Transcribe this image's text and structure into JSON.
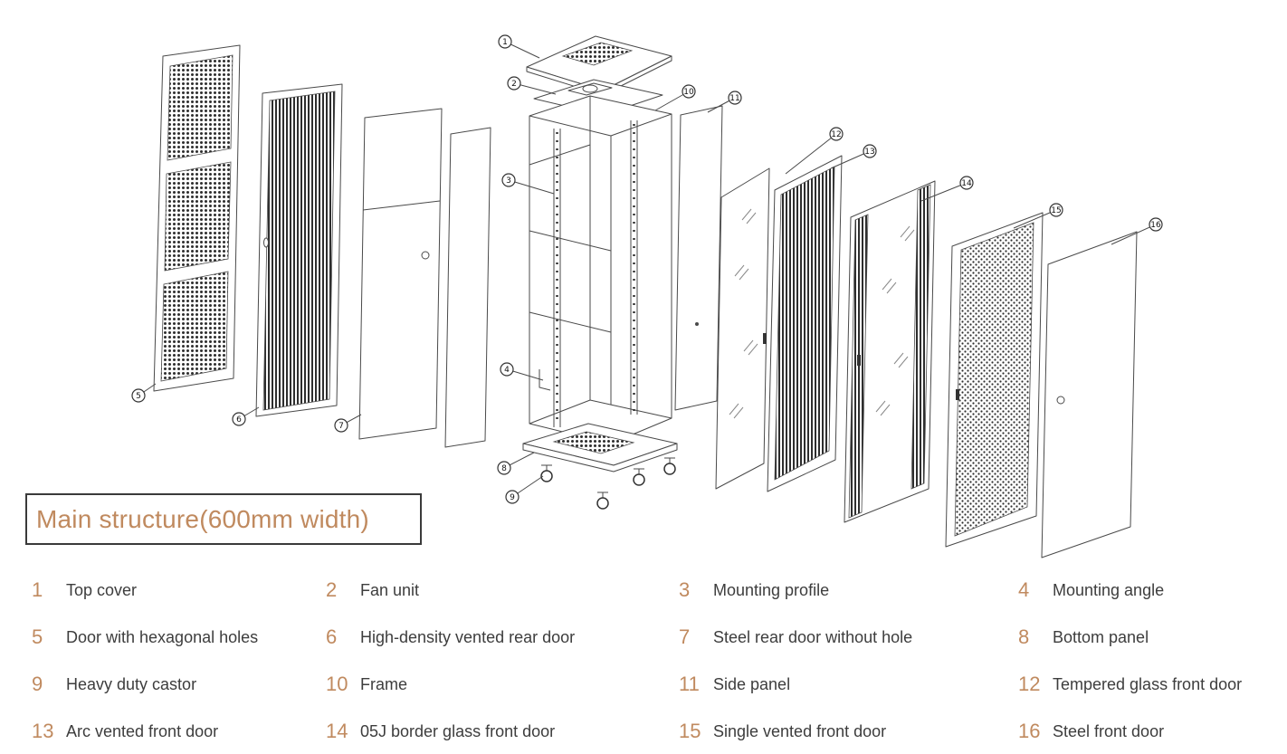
{
  "title": "Main structure(600mm width)",
  "colors": {
    "accent": "#c08a5f",
    "line": "#4a4a4a",
    "text": "#3d3d3d"
  },
  "diagram": {
    "callouts": [
      "1",
      "2",
      "3",
      "4",
      "5",
      "6",
      "7",
      "8",
      "9",
      "10",
      "11",
      "12",
      "13",
      "14",
      "15",
      "16"
    ]
  },
  "legend": {
    "items": [
      {
        "num": "1",
        "label": "Top cover"
      },
      {
        "num": "2",
        "label": "Fan unit"
      },
      {
        "num": "3",
        "label": "Mounting profile"
      },
      {
        "num": "4",
        "label": "Mounting angle"
      },
      {
        "num": "5",
        "label": "Door with hexagonal holes"
      },
      {
        "num": "6",
        "label": "High-density vented rear door"
      },
      {
        "num": "7",
        "label": "Steel rear door without hole"
      },
      {
        "num": "8",
        "label": "Bottom panel"
      },
      {
        "num": "9",
        "label": "Heavy duty castor"
      },
      {
        "num": "10",
        "label": "Frame"
      },
      {
        "num": "11",
        "label": "Side panel"
      },
      {
        "num": "12",
        "label": "Tempered glass front door"
      },
      {
        "num": "13",
        "label": "Arc vented front door"
      },
      {
        "num": "14",
        "label": "05J border glass front door"
      },
      {
        "num": "15",
        "label": "Single vented front door"
      },
      {
        "num": "16",
        "label": "Steel front door"
      }
    ]
  }
}
